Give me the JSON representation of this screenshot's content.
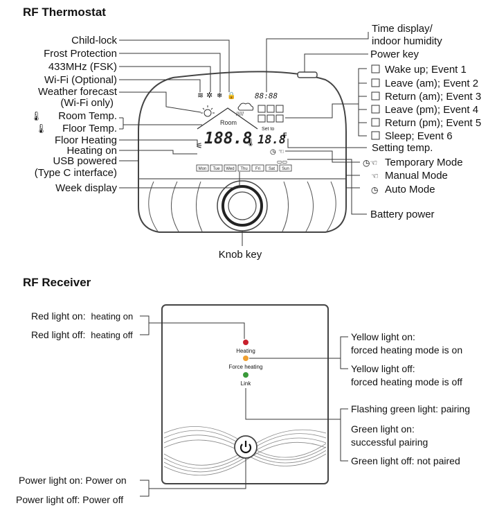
{
  "thermostat": {
    "title": "RF Thermostat",
    "left_labels": [
      {
        "key": "child_lock",
        "text": "Child-lock"
      },
      {
        "key": "frost",
        "text": "Frost Protection"
      },
      {
        "key": "fsk",
        "text": "433MHz (FSK)"
      },
      {
        "key": "wifi",
        "text": "Wi-Fi (Optional)"
      },
      {
        "key": "weather1",
        "text": "Weather forecast"
      },
      {
        "key": "weather2",
        "text": "(Wi-Fi only)"
      },
      {
        "key": "room_temp",
        "text": "Room Temp."
      },
      {
        "key": "floor_temp",
        "text": "Floor Temp."
      },
      {
        "key": "floor_heating",
        "text": "Floor Heating"
      },
      {
        "key": "heating_on",
        "text": "Heating on"
      },
      {
        "key": "usb1",
        "text": "USB powered"
      },
      {
        "key": "usb2",
        "text": "(Type C interface)"
      },
      {
        "key": "week_display",
        "text": "Week display"
      }
    ],
    "right_labels": {
      "time_display_1": "Time display/",
      "time_display_2": "indoor humidity",
      "power_key": "Power key",
      "events": [
        "Wake up; Event 1",
        "Leave (am); Event 2",
        "Return (am); Event 3",
        "Leave (pm); Event 4",
        "Return (pm); Event 5",
        "Sleep; Event 6"
      ],
      "setting_temp": "Setting temp.",
      "temporary_mode": "Temporary Mode",
      "manual_mode": "Manual Mode",
      "auto_mode": "Auto Mode",
      "battery_power": "Battery power"
    },
    "knob_key": "Knob key",
    "lcd": {
      "time_digits": "88:88",
      "room_label": "Room",
      "main_digits": "188.8",
      "set_label": "Set to",
      "set_digits": "18.8",
      "unit": "F",
      "days": [
        "Mon",
        "Tue",
        "Wed",
        "Thu",
        "Fri",
        "Sat",
        "Sun"
      ]
    }
  },
  "receiver": {
    "title": "RF Receiver",
    "left_labels": {
      "red_on_a": "Red light on:",
      "red_on_b": "heating on",
      "red_off_a": "Red light off:",
      "red_off_b": "heating off",
      "power_on": "Power light on: Power on",
      "power_off": "Power light off: Power off"
    },
    "right_labels": {
      "yellow_on_1": "Yellow light on:",
      "yellow_on_2": "forced heating mode is on",
      "yellow_off_1": "Yellow light off:",
      "yellow_off_2": "forced heating mode is off",
      "green_flash": "Flashing green light: pairing",
      "green_on_1": "Green light on:",
      "green_on_2": "successful pairing",
      "green_off": "Green light off: not paired"
    },
    "leds": {
      "heating": "Heating",
      "force_heating": "Force heating",
      "link": "Link"
    },
    "colors": {
      "heating": "#c8202c",
      "force_heating": "#f0a030",
      "link": "#3a9a3a"
    }
  }
}
